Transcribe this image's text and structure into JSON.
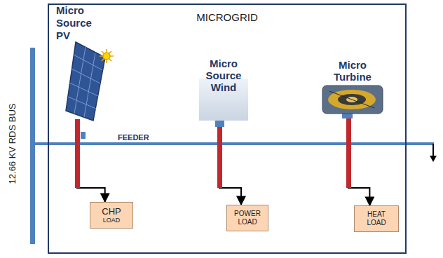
{
  "diagram": {
    "nodes": [
      {
        "text": [
          "MICROGRID"
        ]
      },
      {
        "text": [
          "Micro Source PV"
        ],
        "in": 0
      },
      {
        "text": [
          "Micro Source Wind"
        ],
        "in": 0
      },
      {
        "text": [
          "Micro Turbine"
        ],
        "in": 0
      },
      {
        "text": [
          "CHP",
          "LOAD"
        ],
        "in": 0
      },
      {
        "text": [
          "POWER LOAD"
        ],
        "in": 0
      },
      {
        "text": [
          "HEAT LOAD"
        ],
        "in": 0
      }
    ],
    "edges": [
      {
        "from": 1,
        "to": 4,
        "arrow": "to"
      },
      {
        "from": 2,
        "to": 5,
        "arrow": "to"
      },
      {
        "from": 3,
        "to": 6,
        "arrow": "to"
      }
    ],
    "labels": [
      "12.66 KV RDS BUS",
      "FEEDER"
    ]
  }
}
